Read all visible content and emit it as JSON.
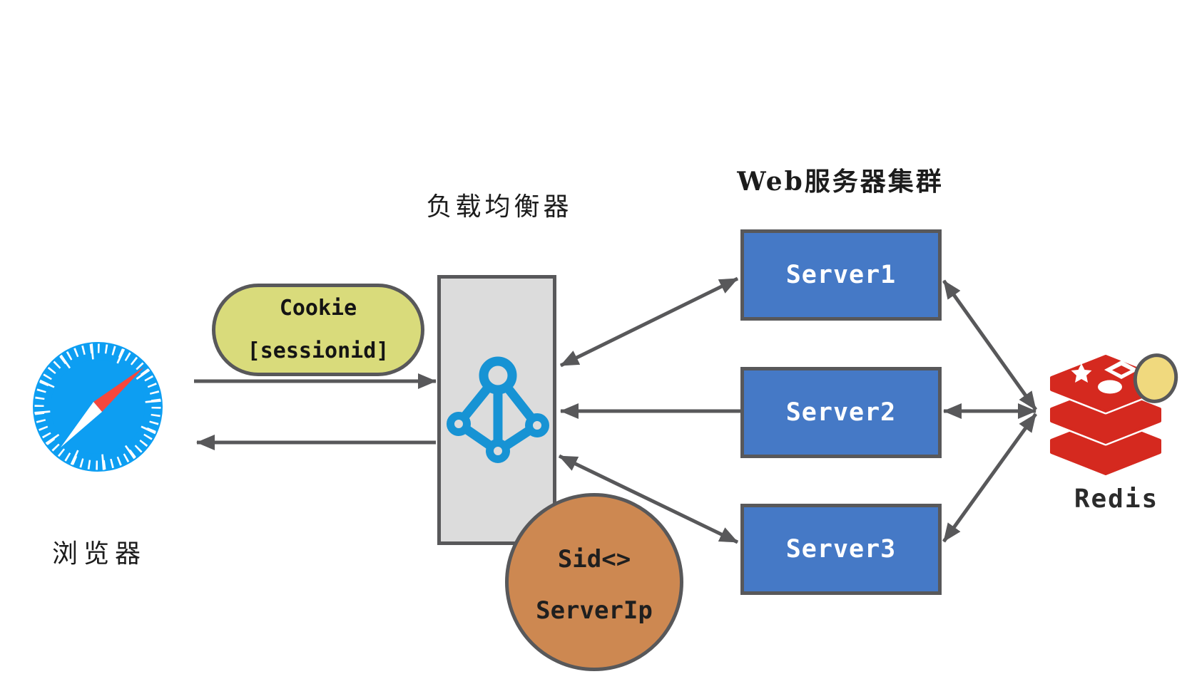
{
  "browser": {
    "label": "浏览器",
    "icon": "safari-compass-icon"
  },
  "request_cookie": {
    "line1": "Cookie",
    "line2": "[sessionid]"
  },
  "load_balancer": {
    "label": "负载均衡器",
    "icon": "load-balancer-network-icon"
  },
  "web_cluster": {
    "title": "Web服务器集群",
    "servers": [
      "Server1",
      "Server2",
      "Server3"
    ]
  },
  "session_mapping": {
    "line1": "Sid<>",
    "line2": "ServerIp"
  },
  "redis": {
    "label": "Redis",
    "icon": "redis-database-icon",
    "badge_icon": "session-dot-icon"
  },
  "colors": {
    "arrow_gray": "#58585a",
    "box_border_gray": "#58585a",
    "load_balancer_fill": "#dcdcdc",
    "load_balancer_icon_blue": "#1793d4",
    "server_blue": "#4579c6",
    "server_text": "#ffffff",
    "cookie_pill_yellow": "#d9db7b",
    "mapping_circle_orange": "#cd8851",
    "safari_blue": "#0d9ef2",
    "safari_needle_red": "#f6473c",
    "redis_red": "#d5291f",
    "session_dot_yellow": "#f0d97e",
    "text_dark": "#1c1c1c"
  }
}
